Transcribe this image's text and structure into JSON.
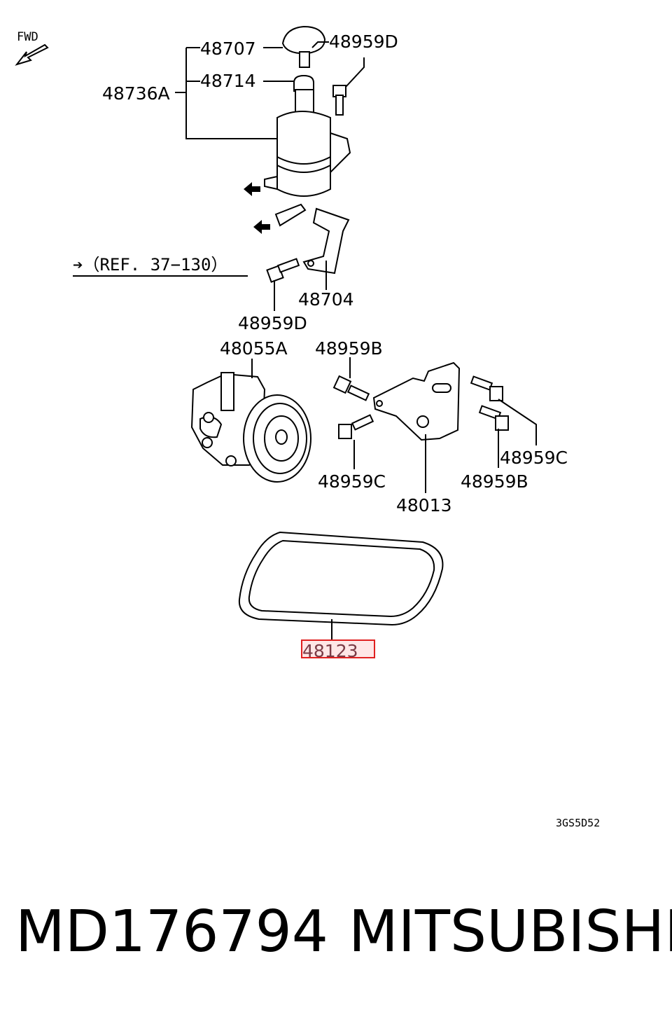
{
  "direction_label": "FWD",
  "reference_label": "➔（REF. 37−130）",
  "diagram_code": "3GS5D52",
  "callouts": {
    "p48707": "48707",
    "p48959D_top": "48959D",
    "p48714": "48714",
    "p48736A": "48736A",
    "p48704": "48704",
    "p48959D_mid": "48959D",
    "p48055A": "48055A",
    "p48959B_top": "48959B",
    "p48959C_left": "48959C",
    "p48013": "48013",
    "p48959C_right": "48959C",
    "p48959B_right": "48959B",
    "p48123": "48123"
  },
  "highlighted_part": "48123",
  "highlight_color": "#e02020",
  "highlight_fill": "#ffe6e6",
  "caption": {
    "part_number": "MD176794",
    "brand": "MITSUBISHI"
  }
}
